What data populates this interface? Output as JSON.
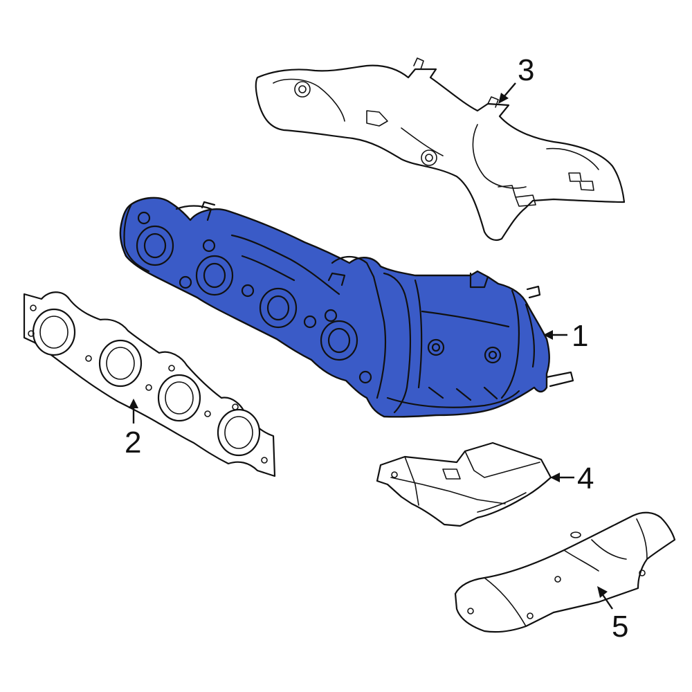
{
  "colors": {
    "highlight": "#3a5bc7",
    "highlight_dark": "#2a45a0",
    "line": "#111111",
    "background": "#ffffff"
  },
  "callouts": [
    {
      "id": "1",
      "text": "1"
    },
    {
      "id": "2",
      "text": "2"
    },
    {
      "id": "3",
      "text": "3"
    },
    {
      "id": "4",
      "text": "4"
    },
    {
      "id": "5",
      "text": "5"
    }
  ]
}
